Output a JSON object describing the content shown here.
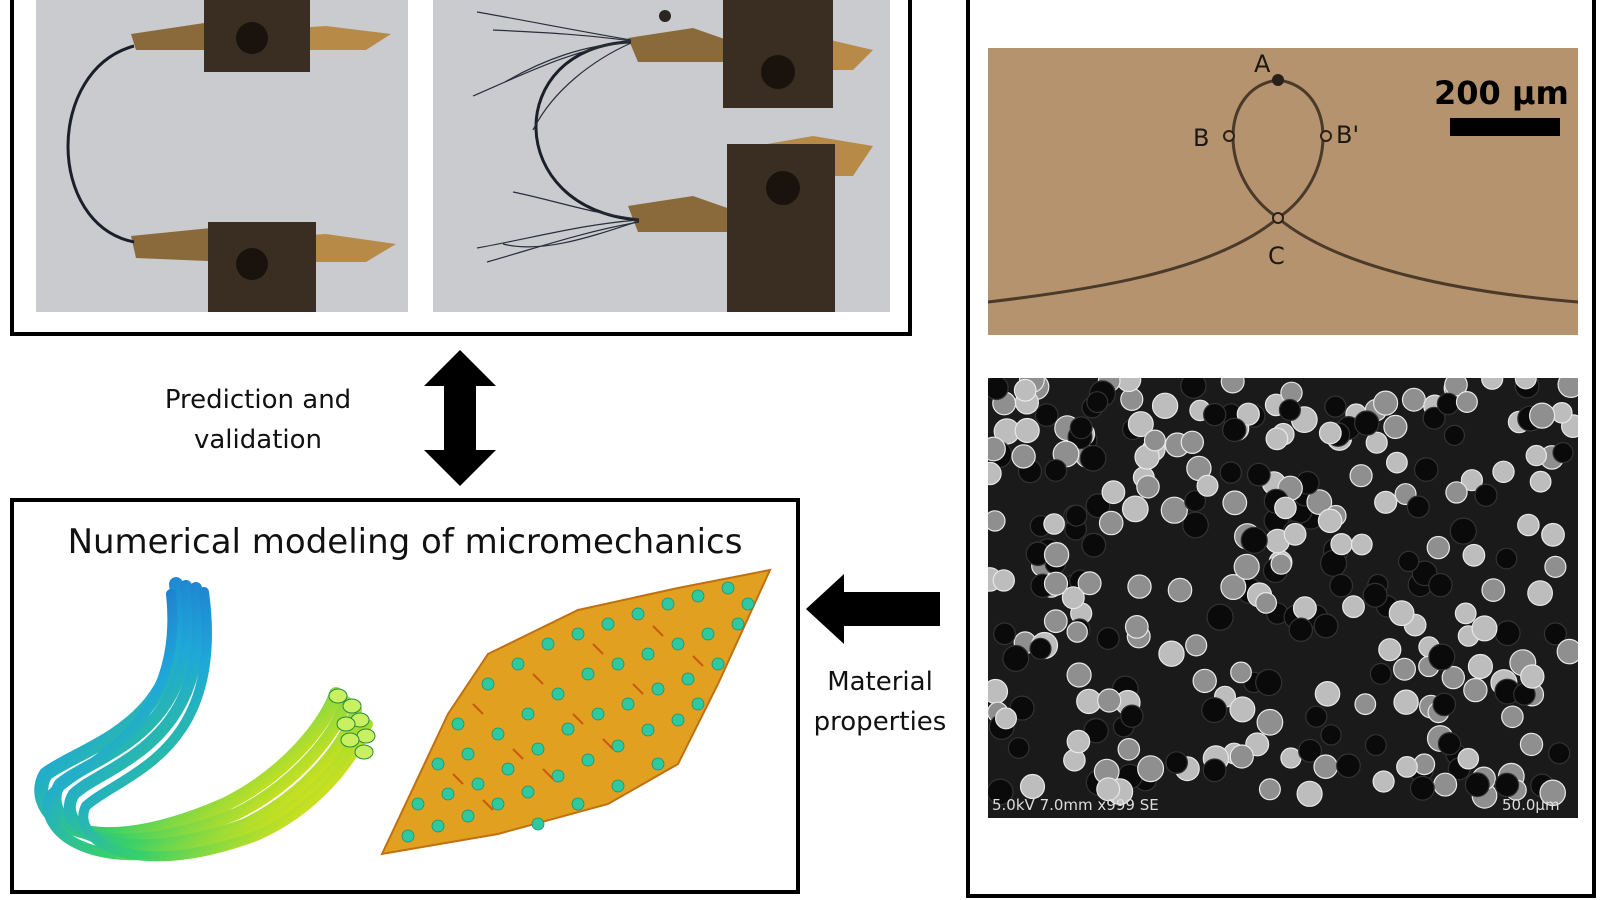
{
  "labels": {
    "prediction": [
      "Prediction and",
      "validation"
    ],
    "material": [
      "Material",
      "properties"
    ]
  },
  "model": {
    "title": "Numerical modeling of micromechanics"
  },
  "micrograph": {
    "points": {
      "a": "A",
      "b": "B",
      "b_prime": "B'",
      "c": "C"
    },
    "scale_bar": "200 μm"
  },
  "sem": {
    "info_text": "5.0kV 7.0mm x999 SE",
    "scale_text": "50.0μm"
  },
  "colors": {
    "photo_background": "#c9cbcf",
    "micrograph_background": "#b5936e",
    "sem_background": "#1a1a1a",
    "mesh_orange": "#e2a020",
    "fiber_green": "#2ec9a0",
    "arrow": "#000000"
  }
}
